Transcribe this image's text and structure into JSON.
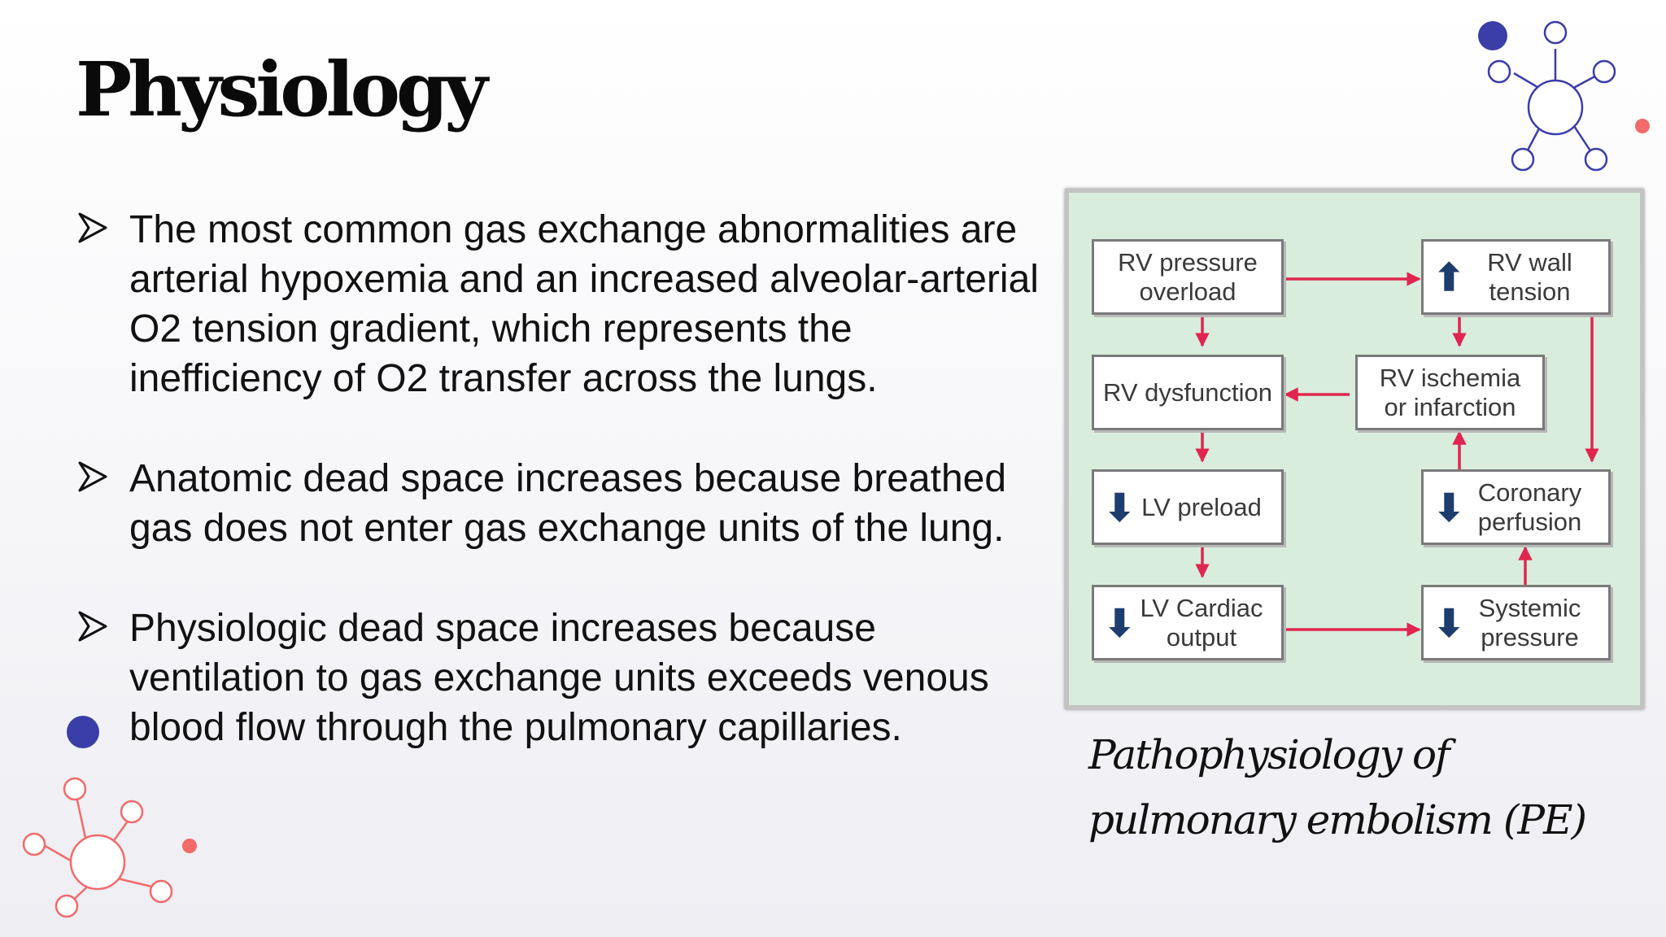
{
  "slide": {
    "title": "Physiology",
    "bullets": [
      "The most common gas exchange abnormalities are arterial hypoxemia and an increased alveolar-arterial O2 tension gradient, which represents the inefficiency of O2 transfer across the lungs.",
      "Anatomic dead space increases because breathed gas does not enter gas exchange units of the lung.",
      "Physiologic dead space increases because ventilation to gas exchange units exceeds venous blood flow through the pulmonary capillaries."
    ],
    "caption": "Pathophysiology of pulmonary embolism (PE)"
  },
  "diagram": {
    "boxes": {
      "rv_pressure_overload": {
        "line1": "RV pressure",
        "line2": "overload",
        "indicator": ""
      },
      "rv_wall_tension": {
        "line1": "RV wall",
        "line2": "tension",
        "indicator": "up"
      },
      "rv_dysfunction": {
        "line1": "RV dysfunction",
        "line2": "",
        "indicator": ""
      },
      "rv_ischemia": {
        "line1": "RV ischemia",
        "line2": "or infarction",
        "indicator": ""
      },
      "lv_preload": {
        "line1": "LV preload",
        "line2": "",
        "indicator": "down"
      },
      "coronary_perfusion": {
        "line1": "Coronary",
        "line2": "perfusion",
        "indicator": "down"
      },
      "lv_cardiac_output": {
        "line1": "LV Cardiac",
        "line2": "output",
        "indicator": "down"
      },
      "systemic_pressure": {
        "line1": "Systemic",
        "line2": "pressure",
        "indicator": "down"
      }
    },
    "indicator_glyphs": {
      "up": "⬆",
      "down": "⬇"
    },
    "colors": {
      "arrow": "#e0264f",
      "indicator": "#1e3d6f",
      "panel": "#d9eddd",
      "accent_blue": "#3b3da8",
      "accent_coral": "#f26a6a"
    }
  }
}
